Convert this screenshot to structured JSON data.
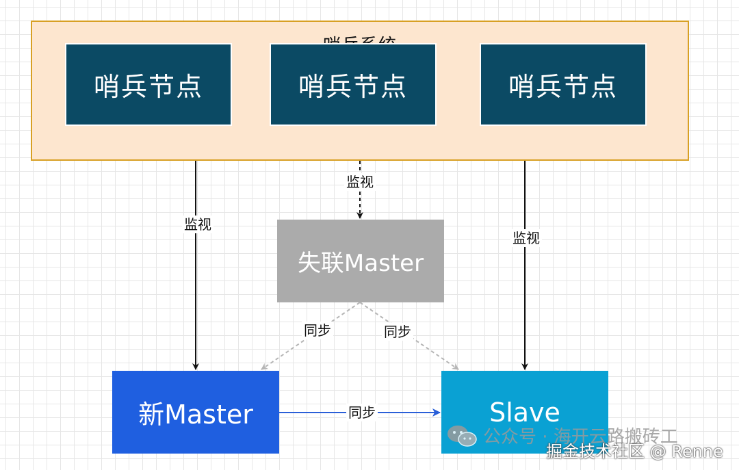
{
  "diagram": {
    "container": {
      "title": "哨兵系统"
    },
    "sentinels": [
      {
        "label": "哨兵节点"
      },
      {
        "label": "哨兵节点"
      },
      {
        "label": "哨兵节点"
      }
    ],
    "nodes": {
      "lost_master": "失联Master",
      "new_master": "新Master",
      "slave": "Slave"
    },
    "edges": {
      "monitor_left": "监视",
      "monitor_center": "监视",
      "monitor_right": "监视",
      "sync_lost_to_new": "同步",
      "sync_lost_to_slave": "同步",
      "sync_new_to_slave": "同步"
    },
    "colors": {
      "container_fill": "#fde6cf",
      "container_border": "#d8a024",
      "sentinel_fill": "#0b4a64",
      "lost_master_fill": "#ababab",
      "new_master_fill": "#1f5fe0",
      "slave_fill": "#0aa1d3"
    }
  },
  "watermark": {
    "text": "公众号 · 海开云路搬砖工",
    "icon": "wechat-icon"
  },
  "credit": "掘金技术社区 @ Renne"
}
